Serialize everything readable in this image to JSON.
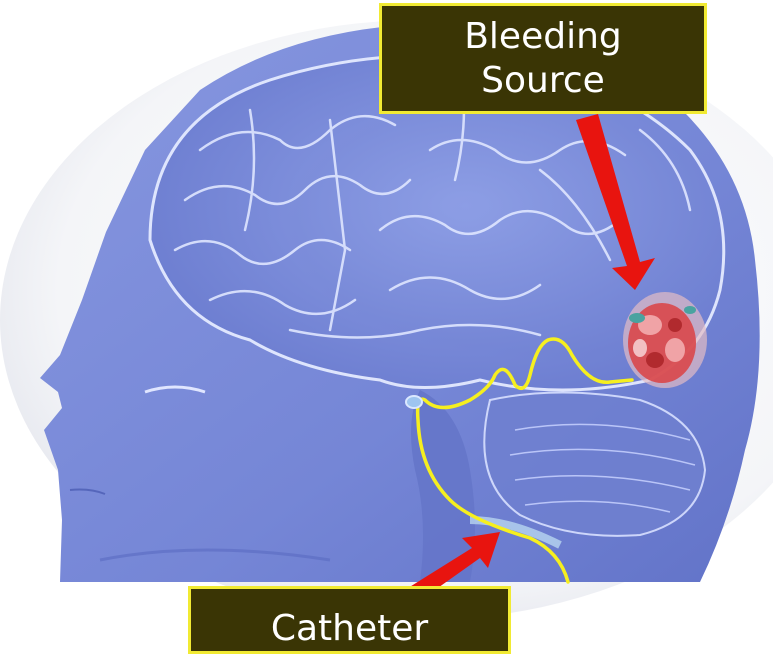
{
  "labels": {
    "bleeding_source": {
      "line1": "Bleeding",
      "line2": "Source"
    },
    "catheter": "Catheter"
  },
  "colors": {
    "head_fill": "#7d8fd8",
    "head_shadow": "#5a6cc3",
    "brain_lines": "#dfe6ff",
    "catheter_path": "#f6ef1f",
    "arrow": "#e8140f",
    "bleed": "#d9474a",
    "label_bg": "#3a3505",
    "label_border": "#f1ea33",
    "label_text": "#ffffff"
  }
}
